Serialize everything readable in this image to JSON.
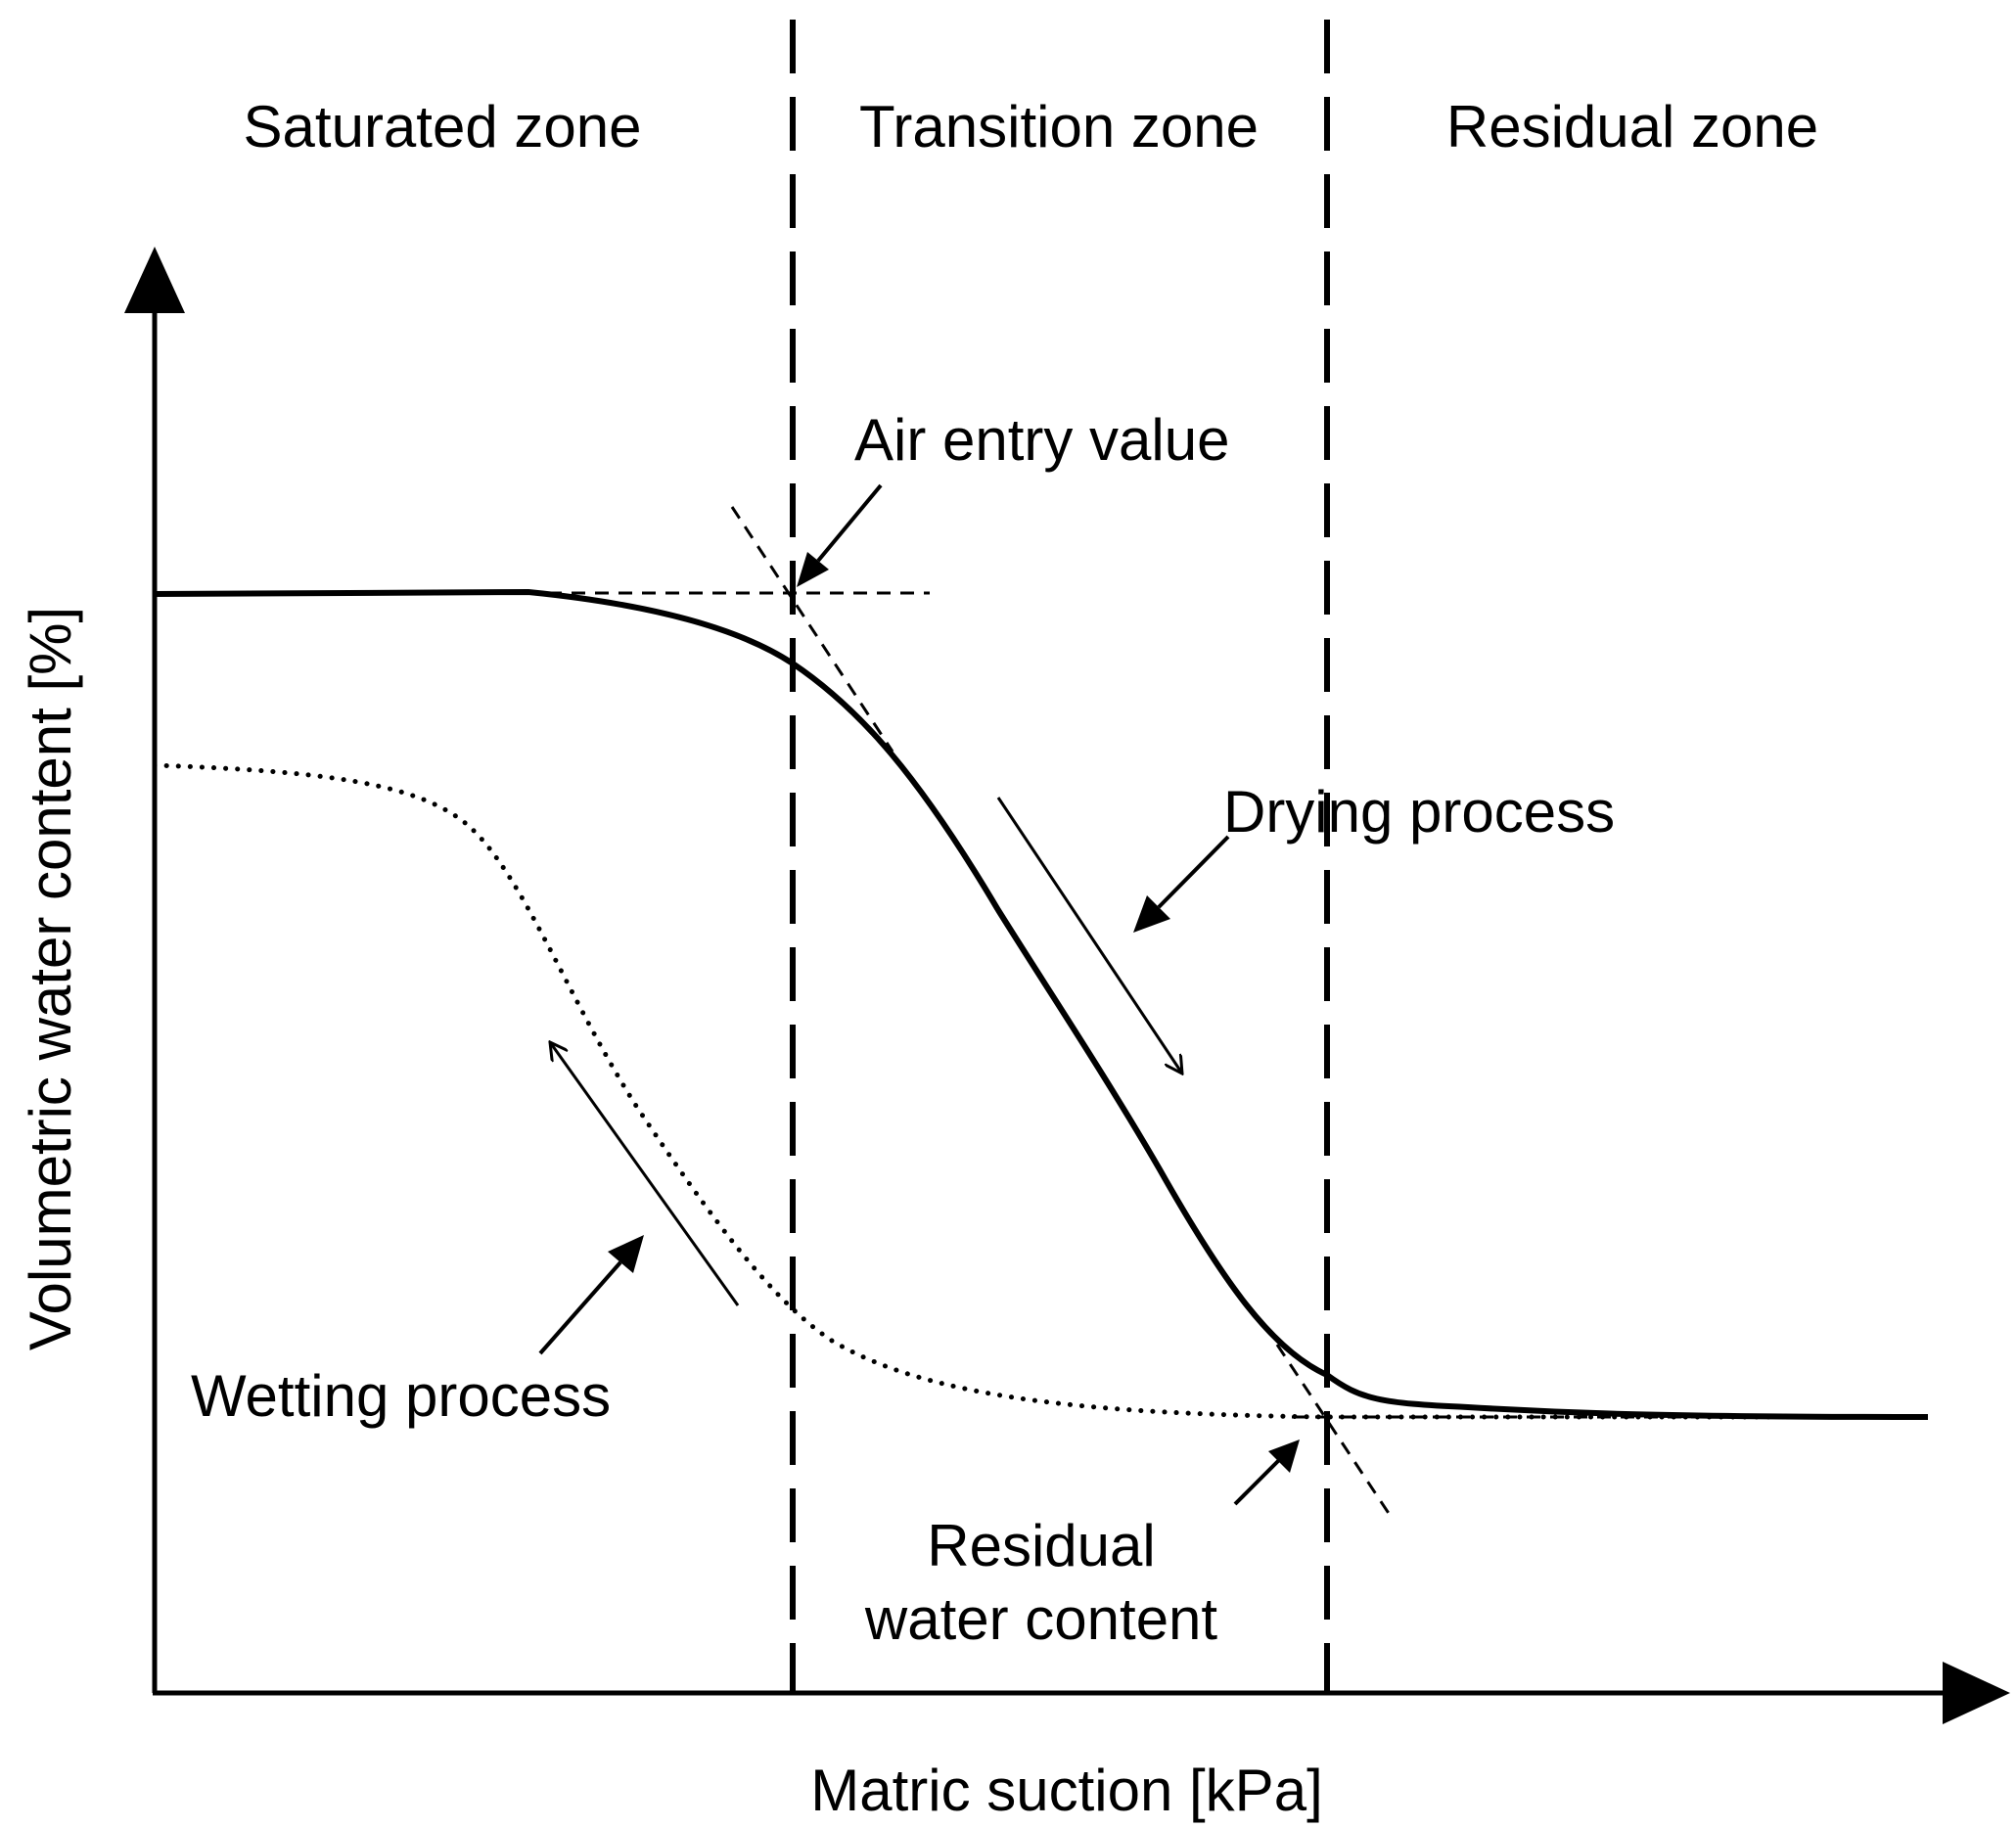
{
  "zones": {
    "saturated": "Saturated zone",
    "transition": "Transition zone",
    "residual": "Residual zone"
  },
  "axes": {
    "y_label": "Volumetric water content [%]",
    "x_label": "Matric suction [kPa]"
  },
  "annotations": {
    "air_entry": "Air entry value",
    "drying": "Drying process",
    "wetting": "Wetting process",
    "residual_line1": "Residual",
    "residual_line2": "water content"
  },
  "colors": {
    "ink": "#000000",
    "background": "#ffffff"
  }
}
